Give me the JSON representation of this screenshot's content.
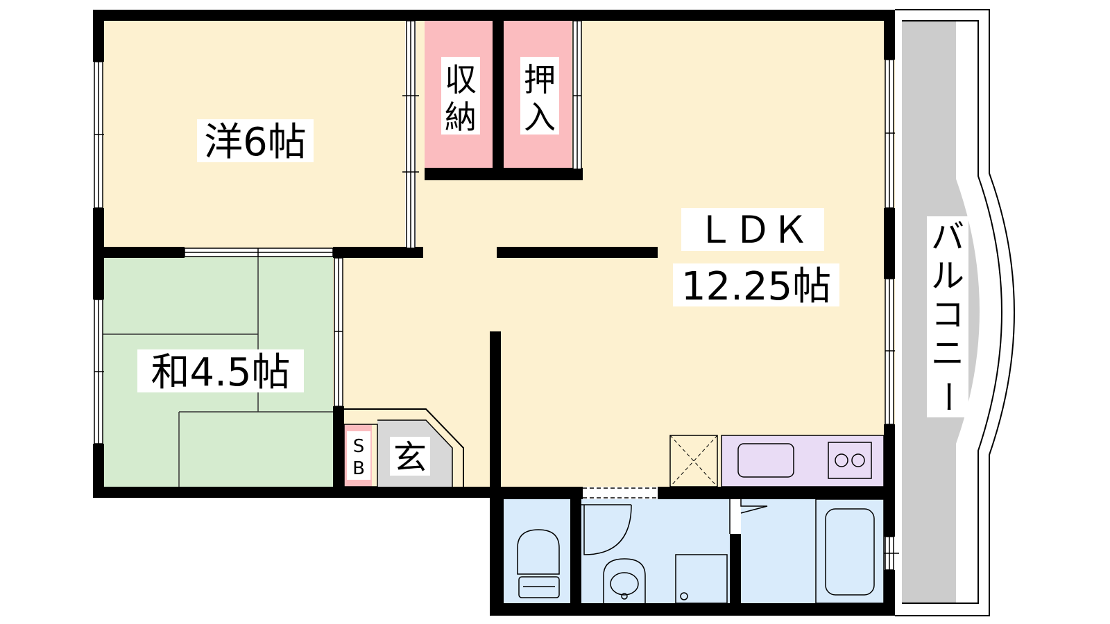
{
  "rooms": {
    "western": {
      "label": "洋6帖"
    },
    "storage": {
      "label_top": "収",
      "label_bottom": "納"
    },
    "closet": {
      "label_top": "押",
      "label_bottom": "入"
    },
    "ldk": {
      "label": "ＬＤＫ",
      "size": "12.25帖"
    },
    "japanese": {
      "label": "和4.5帖"
    },
    "shoebox": {
      "label_top": "S",
      "label_bottom": "B"
    },
    "entrance": {
      "label": "玄"
    },
    "balcony": {
      "chars": [
        "バ",
        "ル",
        "コ",
        "ニ",
        "ー"
      ]
    }
  },
  "colors": {
    "wall": "#000000",
    "western_floor": "#fdf1d0",
    "japanese_floor": "#d5ebcf",
    "storage": "#fbbcbf",
    "wet_area": "#d9ebfb",
    "kitchen": "#e9dcf5",
    "balcony": "#cccccc",
    "entrance": "#d8d8d8"
  }
}
